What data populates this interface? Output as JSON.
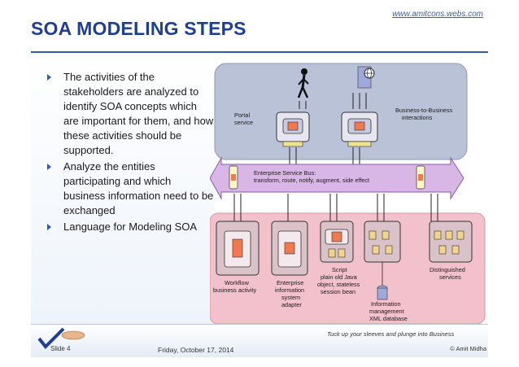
{
  "slide": {
    "title": "SOA MODELING STEPS",
    "url": "www.amitcons.webs.com",
    "bullets": [
      "The activities of the stakeholders are analyzed to identify SOA concepts which are important for them, and how these activities should be supported.",
      "Analyze the entities participating and which business information need to be exchanged",
      "Language for Modeling SOA"
    ]
  },
  "diagram": {
    "portal_line1": "Portal",
    "portal_line2": "service",
    "b2b_line1": "Business-to-Business",
    "b2b_line2": "interactions",
    "esb_line1": "Enterprise Service Bus:",
    "esb_line2": "transform, route, notify, augment, side effect",
    "workflow_line1": "Workflow",
    "workflow_line2": "business activity",
    "enterprise_line1": "Enterprise",
    "enterprise_line2": "information",
    "enterprise_line3": "system",
    "enterprise_line4": "adapter",
    "script_line1": "Script",
    "script_line2": "plain old Java",
    "script_line3": "object, stateless",
    "script_line4": "session bean",
    "info_line1": "Information",
    "info_line2": "management",
    "info_line3": "XML database",
    "dist_line1": "Distinguished",
    "dist_line2": "services"
  },
  "footer": {
    "date": "Friday, October 17, 2014",
    "slide_number": "Slide 4",
    "tagline": "Tuck up your sleeves and plunge into Business",
    "copyright": "© Amit Midha"
  },
  "colors": {
    "title": "#1f3f8f",
    "top_layer": "#b9c2d6",
    "esb": "#d8b6e6",
    "bottom_layer": "#f2c1cc"
  }
}
